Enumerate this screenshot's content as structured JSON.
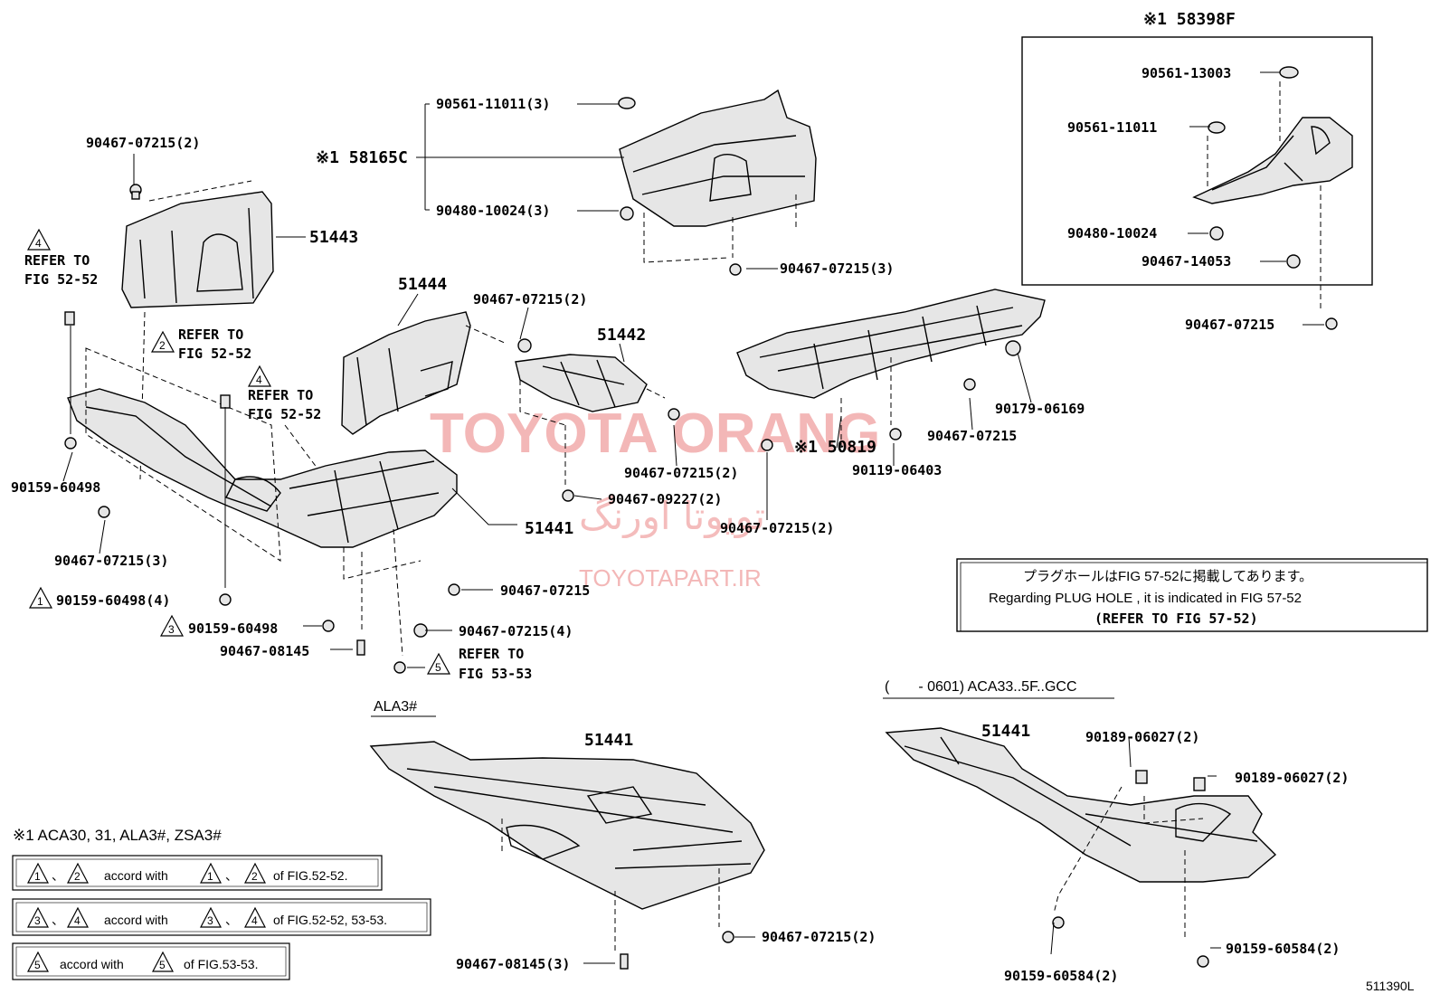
{
  "watermark": {
    "main": "TOYOTA ORANG",
    "persian": "تویوتا اورنگ",
    "site": "TOYOTAPART.IR"
  },
  "labels": {
    "l1": "90467-07215(2)",
    "l2": "51443",
    "l3": "90561-11011(3)",
    "l4": "※1 58165C",
    "l5": "90480-10024(3)",
    "l6": "90467-07215(3)",
    "l7": "※1 58398F",
    "l8": "90561-13003",
    "l9": "90561-11011",
    "l10": "90480-10024",
    "l11": "90467-14053",
    "l12": "90467-07215",
    "l13": "51444",
    "l14": "90467-07215(2)",
    "l15": "51442",
    "l16": "90179-06169",
    "l17": "90467-07215",
    "l18": "※1 50819",
    "l19": "90119-06403",
    "l20": "90467-07215(2)",
    "l21": "90467-09227(2)",
    "l22": "90467-07215(2)",
    "l23": "51441",
    "l24": "90159-60498",
    "l25": "90467-07215(3)",
    "l26": "90159-60498(4)",
    "l27": "90467-07215",
    "l28": "90159-60498",
    "l29": "90467-07215(4)",
    "l30": "90467-08145",
    "l31": "ALA3#",
    "l32": "51441",
    "l33": "90467-07215(2)",
    "l34": "90467-08145(3)",
    "l35": "(　　- 0601) ACA33..5F..GCC",
    "l36": "51441",
    "l37": "90189-06027(2)",
    "l38": "90189-06027(2)",
    "l39": "90159-60584(2)",
    "l40": "90159-60584(2)",
    "l41": "511390L"
  },
  "refs": {
    "r1": {
      "num": "4",
      "line1": "REFER TO",
      "line2": "FIG 52-52"
    },
    "r2": {
      "num": "2",
      "line1": "REFER TO",
      "line2": "FIG 52-52"
    },
    "r3": {
      "num": "4",
      "line1": "REFER TO",
      "line2": "FIG 52-52"
    },
    "r4": {
      "num": "5",
      "line1": "REFER TO",
      "line2": "FIG 53-53"
    },
    "r5": {
      "num": "1"
    },
    "r6": {
      "num": "3"
    }
  },
  "note": {
    "jp": "プラグホールはFIG 57-52に掲載してあります。",
    "en": "Regarding  PLUG  HOLE , it is indicated in FIG  57-52",
    "ref": "(REFER TO FIG 57-52)"
  },
  "legend": {
    "title": "※1 ACA30, 31, ALA3#, ZSA3#",
    "rows": [
      {
        "a": "1",
        "b": "2",
        "sep": "、",
        "mid": "accord with",
        "c": "1",
        "d": "2",
        "tail": "of FIG.52-52."
      },
      {
        "a": "3",
        "b": "4",
        "sep": "、",
        "mid": "accord with",
        "c": "3",
        "d": "4",
        "tail": "of FIG.52-52, 53-53."
      },
      {
        "a": "5",
        "mid": "accord with",
        "c": "5",
        "tail": "of FIG.53-53."
      }
    ]
  }
}
